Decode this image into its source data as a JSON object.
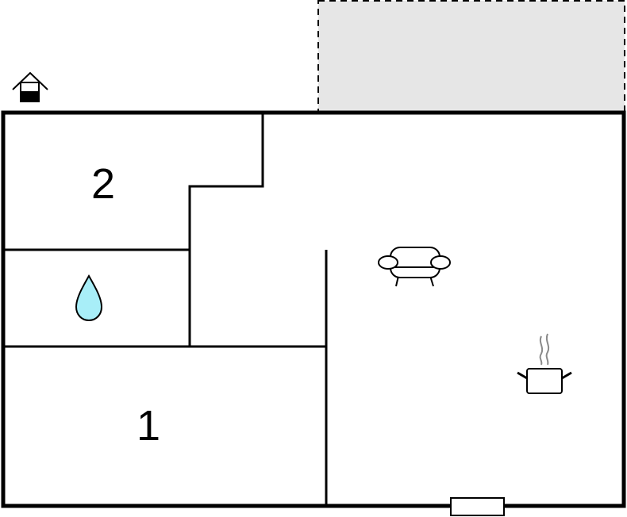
{
  "rooms": [
    {
      "label": "2",
      "kind": "bedroom"
    },
    {
      "kind": "bathroom",
      "icon": "water-drop-icon"
    },
    {
      "label": "1",
      "kind": "bedroom"
    },
    {
      "kind": "living-room",
      "icon": "sofa-icon"
    },
    {
      "kind": "kitchen",
      "icon": "cooking-pot-icon"
    }
  ],
  "outdoor": {
    "kind": "terrace",
    "fill_color": "#e6e6e6",
    "border_style": "dashed"
  },
  "entrance": {
    "icon": "house-entrance-icon"
  },
  "colors": {
    "wall": "#000000",
    "water": "#a8eef8",
    "terrace": "#e6e6e6",
    "steam": "#8a8a8a"
  }
}
